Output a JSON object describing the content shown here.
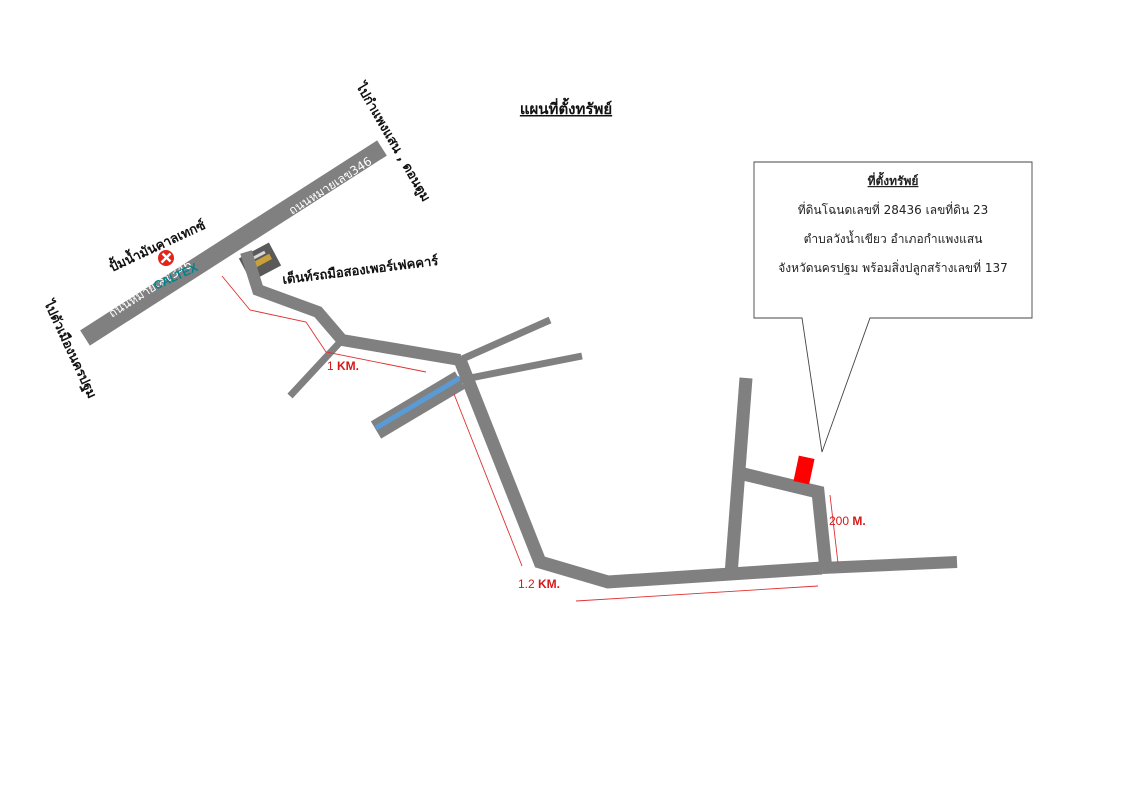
{
  "map": {
    "title": "แผนที่ตั้งทรัพย์",
    "road_labels": {
      "highway_upper": "ถนนหมายเลข346",
      "highway_lower": "ถนนหมายเลข346"
    },
    "direction_labels": {
      "to_kamphaeng_saen": "ไปกำแพงแสน , ดอนตูม",
      "to_nakhon_pathom": "ไปตัวเมืองนครปฐม"
    },
    "landmarks": {
      "gas_station": "ปั้มน้ำมันคาลเทกซ์",
      "gas_brand": "CALTEX",
      "car_tent": "เต็นท์รถมือสองเพอร์เฟคคาร์"
    },
    "distances": {
      "d1_num": "1 ",
      "d1_unit": "KM.",
      "d2_num": "1.2 ",
      "d2_unit": "KM.",
      "d3_num": "200 ",
      "d3_unit": "M."
    },
    "callout": {
      "title": "ที่ตั้งทรัพย์",
      "line1": "ที่ดินโฉนดเลขที่ 28436 เลขที่ดิน 23",
      "line2": "ตำบลวังน้ำเขียว อำเภอกำแพงแสน",
      "line3": "จังหวัดนครปฐม พร้อมสิ่งปลูกสร้างเลขที่ 137"
    },
    "colors": {
      "road": "#808080",
      "water": "#5b9bd5",
      "property": "#ff0000",
      "dimension": "#e03030",
      "caltex_red": "#e1251b",
      "caltex_teal": "#00838f"
    },
    "icons": [
      "caltex-logo-icon",
      "car-tent-sign-icon",
      "property-marker-icon"
    ]
  }
}
